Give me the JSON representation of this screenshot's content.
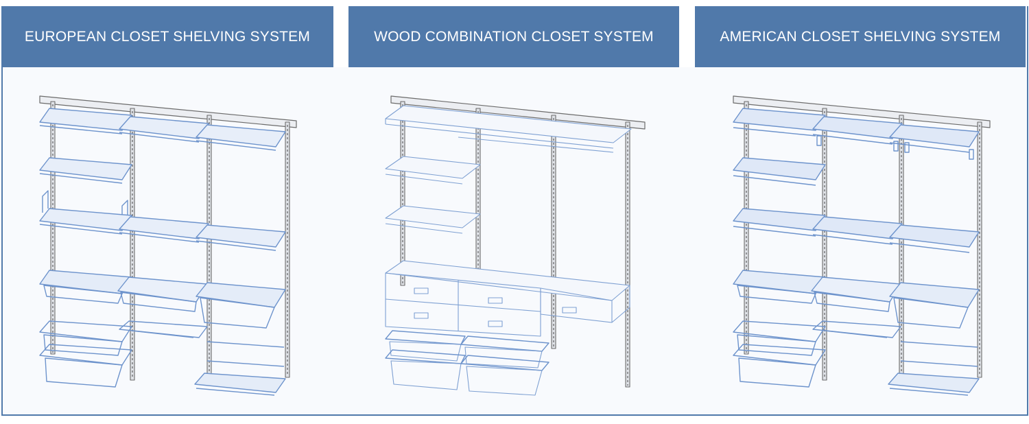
{
  "panels": [
    {
      "title": "EUROPEAN CLOSET SHELVING SYSTEM",
      "illustration": "wire-closet-shelving-european",
      "components": [
        "wall-rail",
        "vertical-standards",
        "wire-shelves",
        "wire-baskets",
        "pants-rack",
        "plastic-bins",
        "shoe-basket"
      ]
    },
    {
      "title": "WOOD COMBINATION CLOSET SYSTEM",
      "illustration": "wood-combination-closet",
      "components": [
        "wall-rail",
        "vertical-standards",
        "wood-shelves",
        "hanging-rail",
        "wood-drawers",
        "plastic-bins"
      ]
    },
    {
      "title": "AMERICAN CLOSET SHELVING SYSTEM",
      "illustration": "wire-closet-shelving-american",
      "components": [
        "wall-rail",
        "vertical-standards",
        "wire-shelves",
        "hanging-rod-brackets",
        "wire-baskets",
        "pants-rack",
        "plastic-bins",
        "shoe-basket"
      ]
    }
  ],
  "colors": {
    "header_bg": "#5079aa",
    "header_text": "#ffffff",
    "body_bg": "#f8fafd",
    "drawing_blue": "#6d93cc",
    "drawing_grey": "#6b6b6b"
  }
}
